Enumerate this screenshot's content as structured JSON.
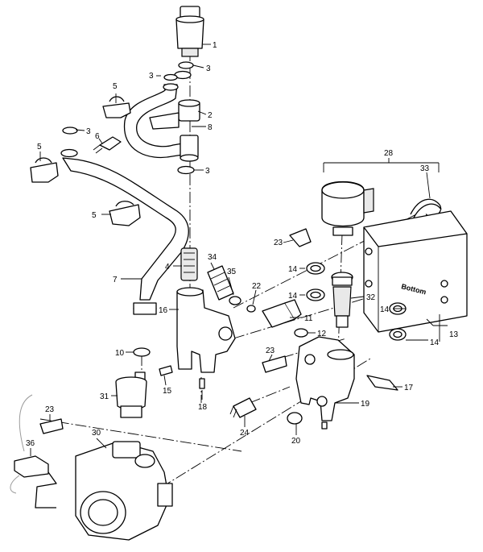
{
  "callouts": {
    "c1": "1",
    "c2": "2",
    "c3a": "3",
    "c3b": "3",
    "c3c": "3",
    "c4": "4",
    "c5a": "5",
    "c5b": "5",
    "c5c": "5",
    "c6": "6",
    "c7": "7",
    "c8": "8",
    "c10": "10",
    "c11": "11",
    "c12": "12",
    "c13": "13",
    "c14a": "14",
    "c14b": "14",
    "c14c": "14",
    "c14d": "14",
    "c15": "15",
    "c16": "16",
    "c17": "17",
    "c18": "18",
    "c19": "19",
    "c20": "20",
    "c22": "22",
    "c23a": "23",
    "c23b": "23",
    "c23c": "23",
    "c24": "24",
    "c28": "28",
    "c30": "30",
    "c31": "31",
    "c32": "32",
    "c33": "33",
    "c34": "34",
    "c35": "35",
    "c36": "36"
  },
  "brand_label": "Bottom"
}
